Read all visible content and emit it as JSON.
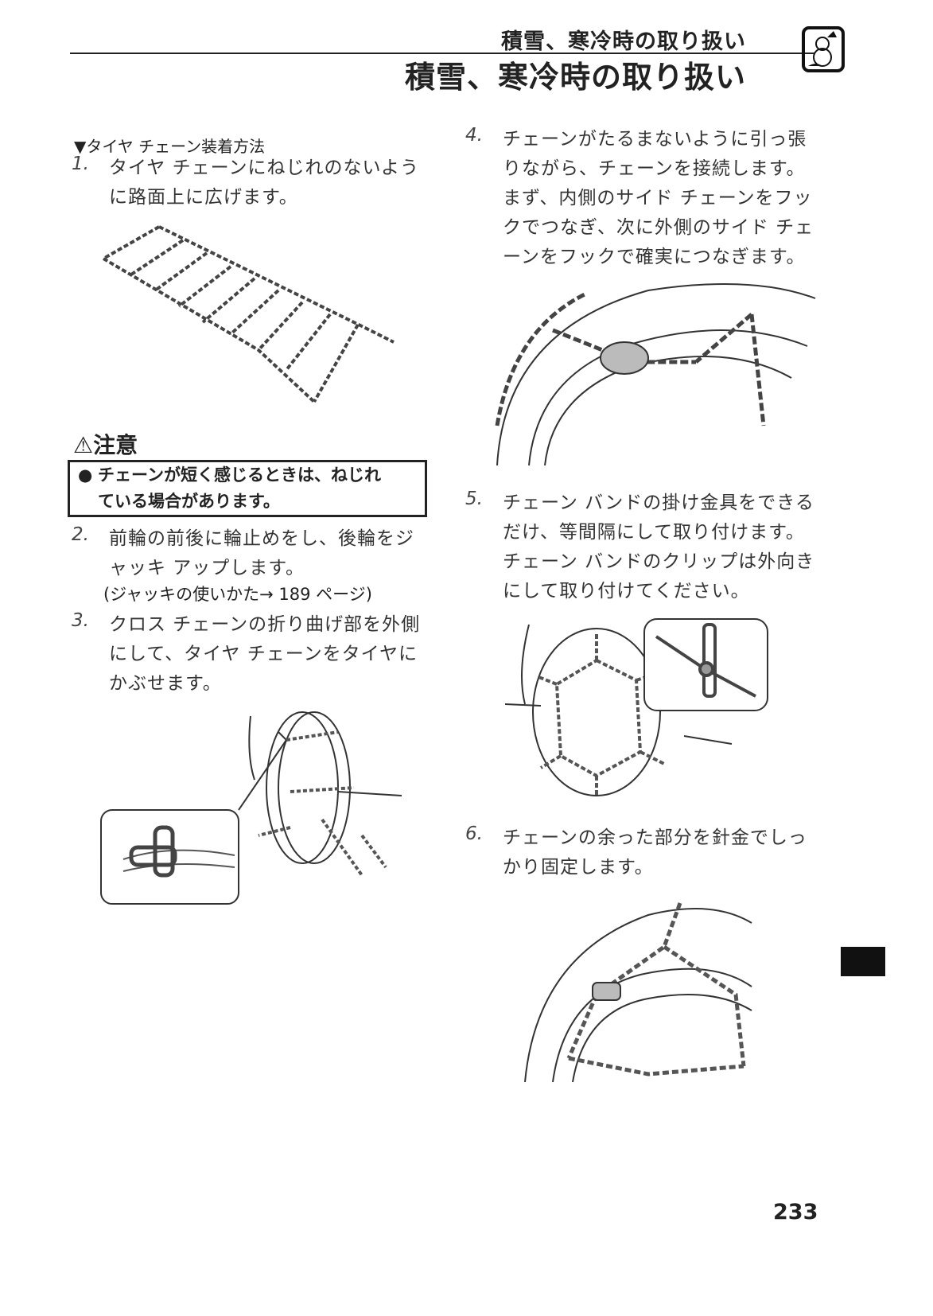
{
  "header": {
    "small_title": "積雪、寒冷時の取り扱い",
    "big_title": "積雪、寒冷時の取り扱い",
    "section_icon": "snowman-icon"
  },
  "subheading": "▼タイヤ チェーン装着方法",
  "steps": [
    {
      "num": "1.",
      "lines": [
        "タイヤ チェーンにねじれのないよう",
        "に路面上に広げます。"
      ]
    },
    {
      "num": "2.",
      "lines": [
        "前輪の前後に輪止めをし、後輪をジ",
        "ャッキ アップします。"
      ],
      "note": "(ジャッキの使いかた→ 189 ページ)"
    },
    {
      "num": "3.",
      "lines": [
        "クロス チェーンの折り曲げ部を外側",
        "にして、タイヤ チェーンをタイヤに",
        "かぶせます。"
      ]
    },
    {
      "num": "4.",
      "lines": [
        "チェーンがたるまないように引っ張",
        "りながら、チェーンを接続します。",
        "まず、内側のサイド チェーンをフッ",
        "クでつなぎ、次に外側のサイド チェ",
        "ーンをフックで確実につなぎます。"
      ]
    },
    {
      "num": "5.",
      "lines": [
        "チェーン バンドの掛け金具をできる",
        "だけ、等間隔にして取り付けます。",
        "チェーン バンドのクリップは外向き",
        "にして取り付けてください。"
      ]
    },
    {
      "num": "6.",
      "lines": [
        "チェーンの余った部分を針金でしっ",
        "かり固定します。"
      ]
    }
  ],
  "caution": {
    "title": "⚠注意",
    "bullet": "●",
    "lines": [
      "チェーンが短く感じるときは、ねじれ",
      "ている場合があります。"
    ]
  },
  "page_number": "233"
}
